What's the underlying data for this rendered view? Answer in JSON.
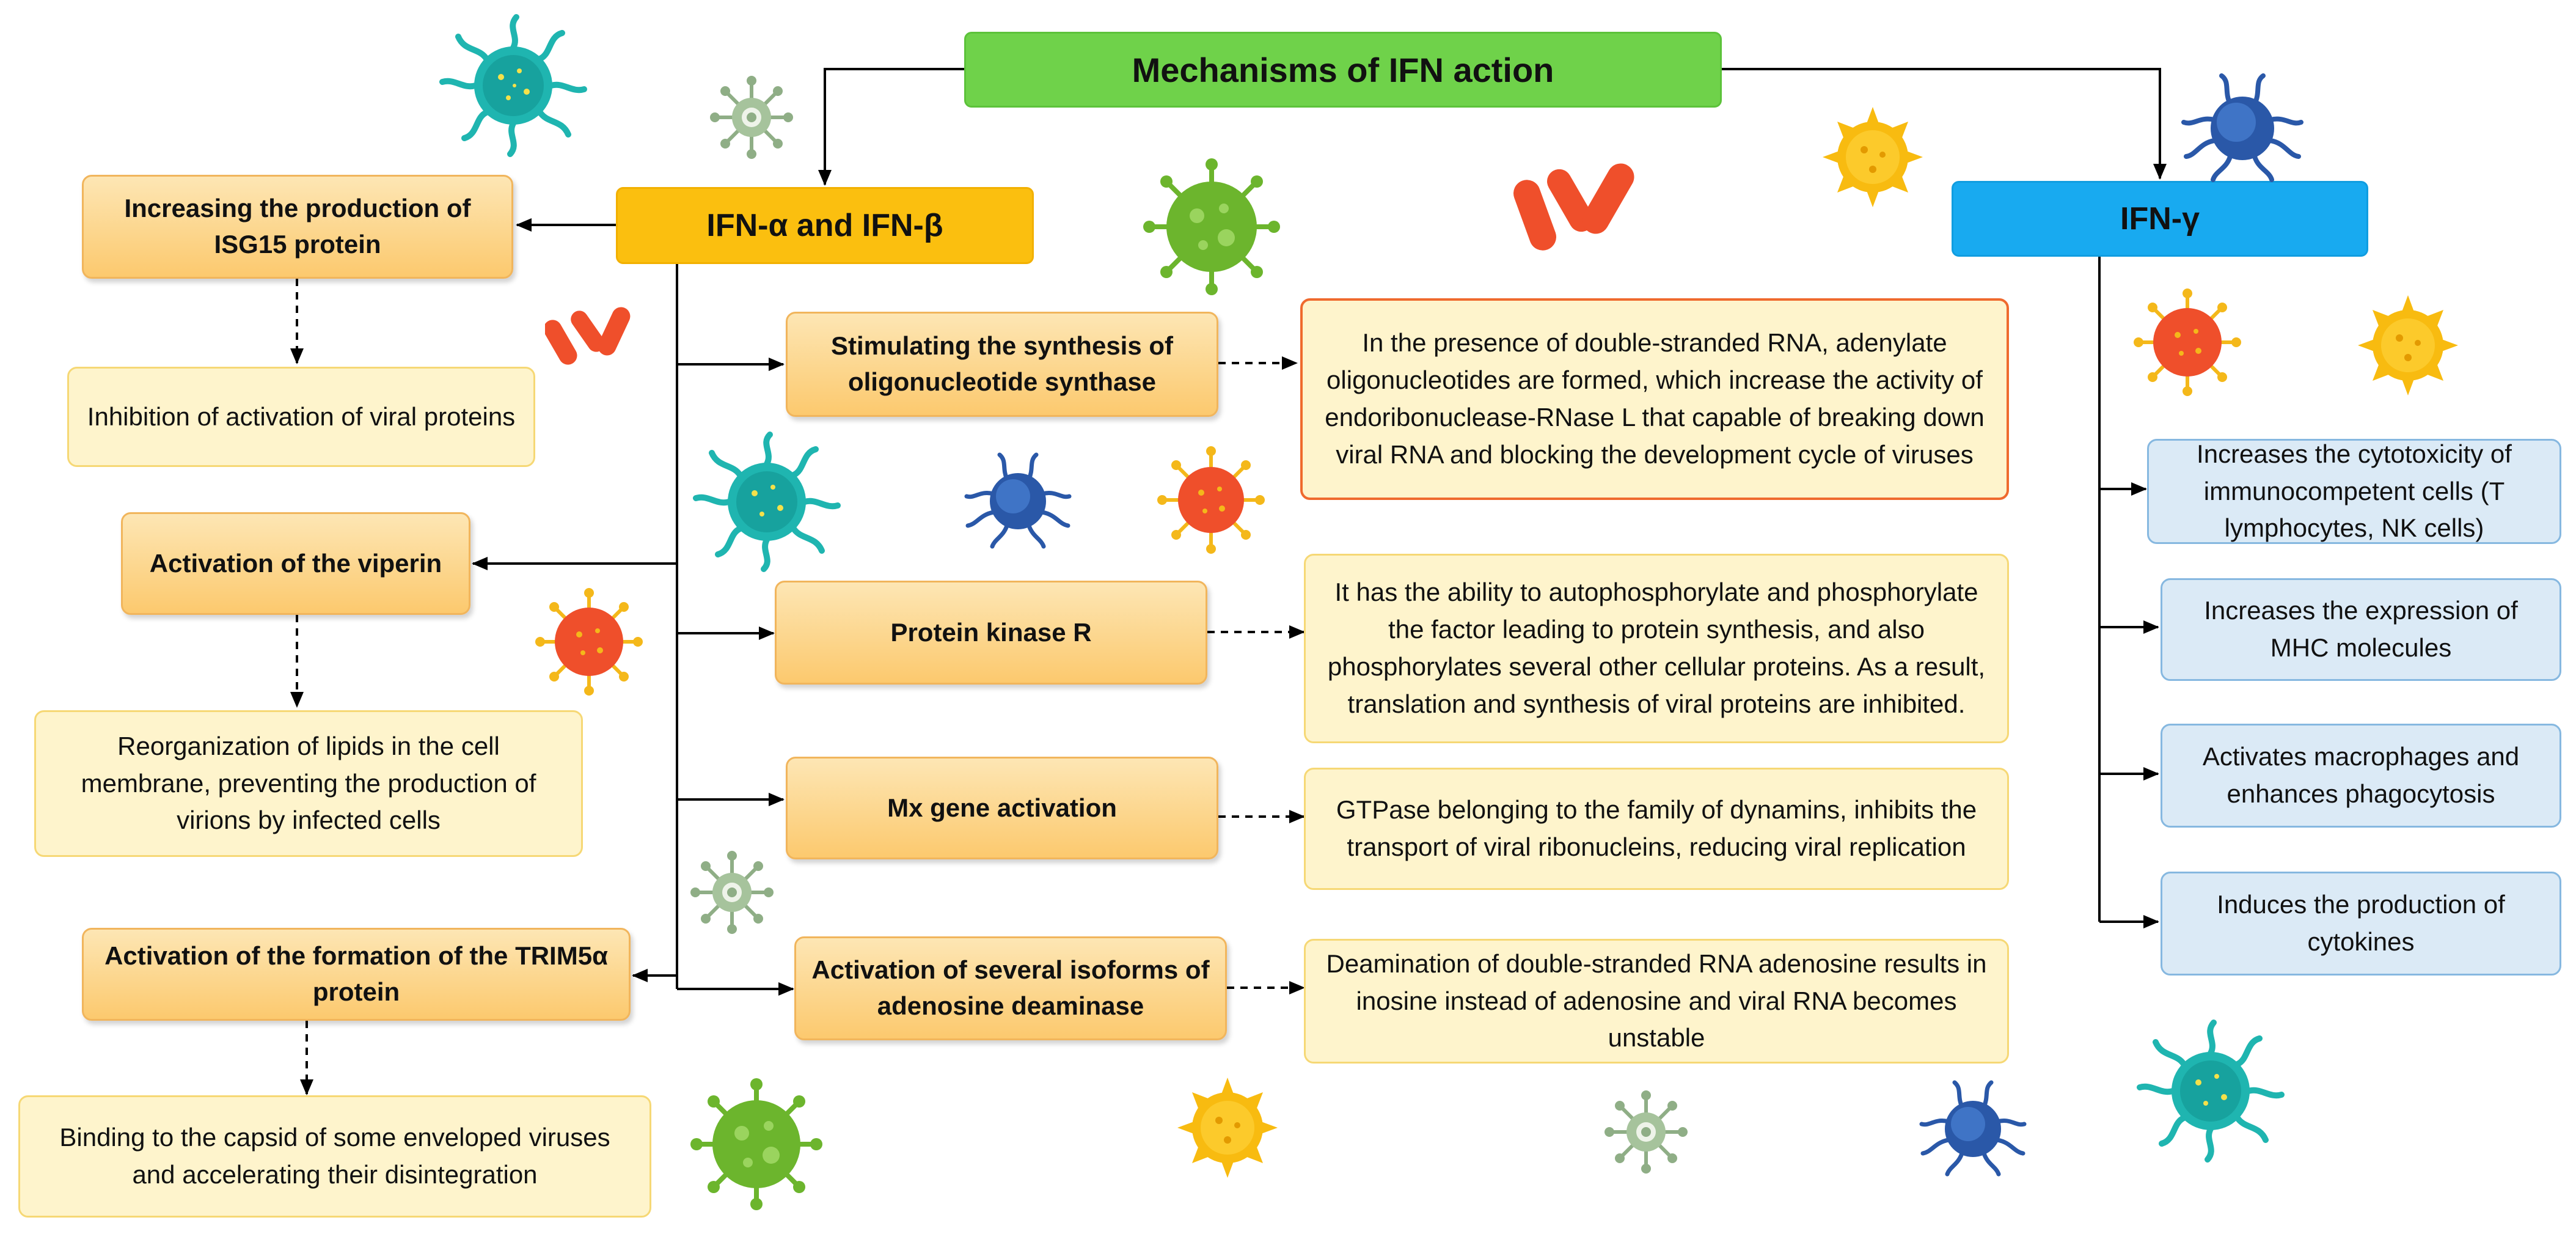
{
  "title": "Mechanisms of IFN action",
  "branches": {
    "alpha_beta": "IFN-α and IFN-β",
    "gamma": "IFN-γ"
  },
  "left_actions": [
    {
      "action": "Increasing the production of ISG15 protein",
      "effect": "Inhibition of activation of viral proteins"
    },
    {
      "action": "Activation of the viperin",
      "effect": "Reorganization of lipids in the cell membrane, preventing the production of virions by infected cells"
    },
    {
      "action": "Activation of the formation of the TRIM5α protein",
      "effect": "Binding to the capsid of some enveloped viruses and accelerating their disintegration"
    }
  ],
  "center_actions": [
    {
      "action": "Stimulating the synthesis of oligonucleotide synthase",
      "effect": "In the presence of double-stranded RNA, adenylate oligonucleotides are formed, which increase the activity of endoribonuclease-RNase L that capable of breaking down viral RNA and blocking the development cycle of viruses"
    },
    {
      "action": "Protein kinase R",
      "effect": "It has the ability to autophosphorylate and phosphorylate the factor leading to protein synthesis, and also phosphorylates several other cellular proteins. As a result, translation and synthesis of viral proteins are inhibited."
    },
    {
      "action": "Mx gene activation",
      "effect": "GTPase belonging to the family of dynamins, inhibits the transport of viral ribonucleins, reducing viral replication"
    },
    {
      "action": "Activation of several isoforms of adenosine deaminase",
      "effect": "Deamination of double-stranded RNA adenosine results in inosine instead of adenosine and viral RNA becomes unstable"
    }
  ],
  "gamma_effects": [
    "Increases the cytotoxicity of immunocompetent cells (T lymphocytes, NK cells)",
    "Increases the expression of MHC molecules",
    "Activates macrophages and enhances phagocytosis",
    "Induces the production of cytokines"
  ],
  "colors": {
    "title_green": "#6fd24a",
    "alpha_beta_yellow": "#fbbf0f",
    "gamma_blue": "#18aaf0",
    "action_orange": "#fcc96e",
    "effect_cream": "#fef4cc",
    "gamma_item_blue": "#dbeaf6",
    "virus_teal": "#1fb5b0",
    "virus_green": "#6cb52d",
    "virus_red": "#ef4f2b",
    "virus_yellow": "#f8bb10",
    "virus_navy": "#2a58a8",
    "virus_grey_green": "#8fae86"
  },
  "decorations": [
    "virus-icon",
    "bacteria-icon"
  ]
}
